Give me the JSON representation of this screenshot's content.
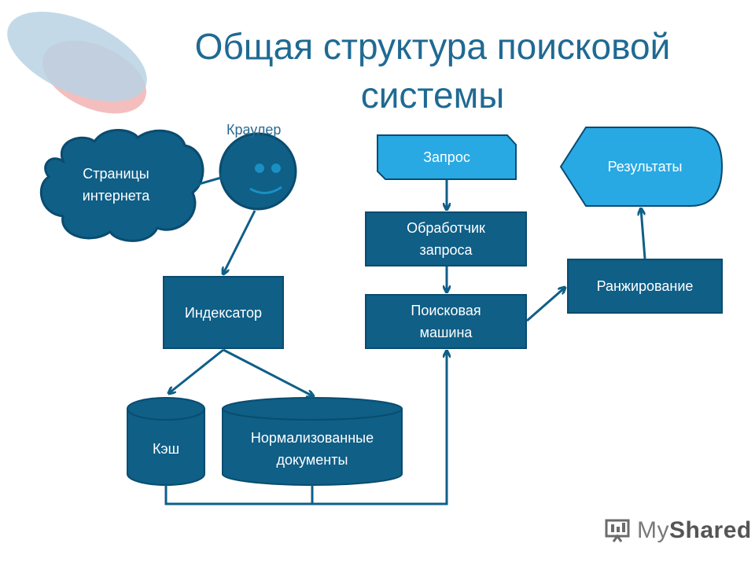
{
  "title": "Общая структура поисковой системы",
  "nodes": {
    "internet": "Страницы\nинтернета",
    "crawler": "Краулер",
    "indexer": "Индексатор",
    "cache": "Кэш",
    "normalized": "Нормализованные\nдокументы",
    "query": "Запрос",
    "query_processor": "Обработчик\nзапроса",
    "search_engine": "Поисковая\nмашина",
    "ranking": "Ранжирование",
    "results": "Результаты"
  },
  "logo": {
    "brand_prefix": "My",
    "brand_suffix": "Shared"
  },
  "colors": {
    "node_fill": "#0f5f87",
    "node_stroke": "#0a4c6f",
    "query_fill": "#28a9e3",
    "title": "#1f6a93"
  }
}
